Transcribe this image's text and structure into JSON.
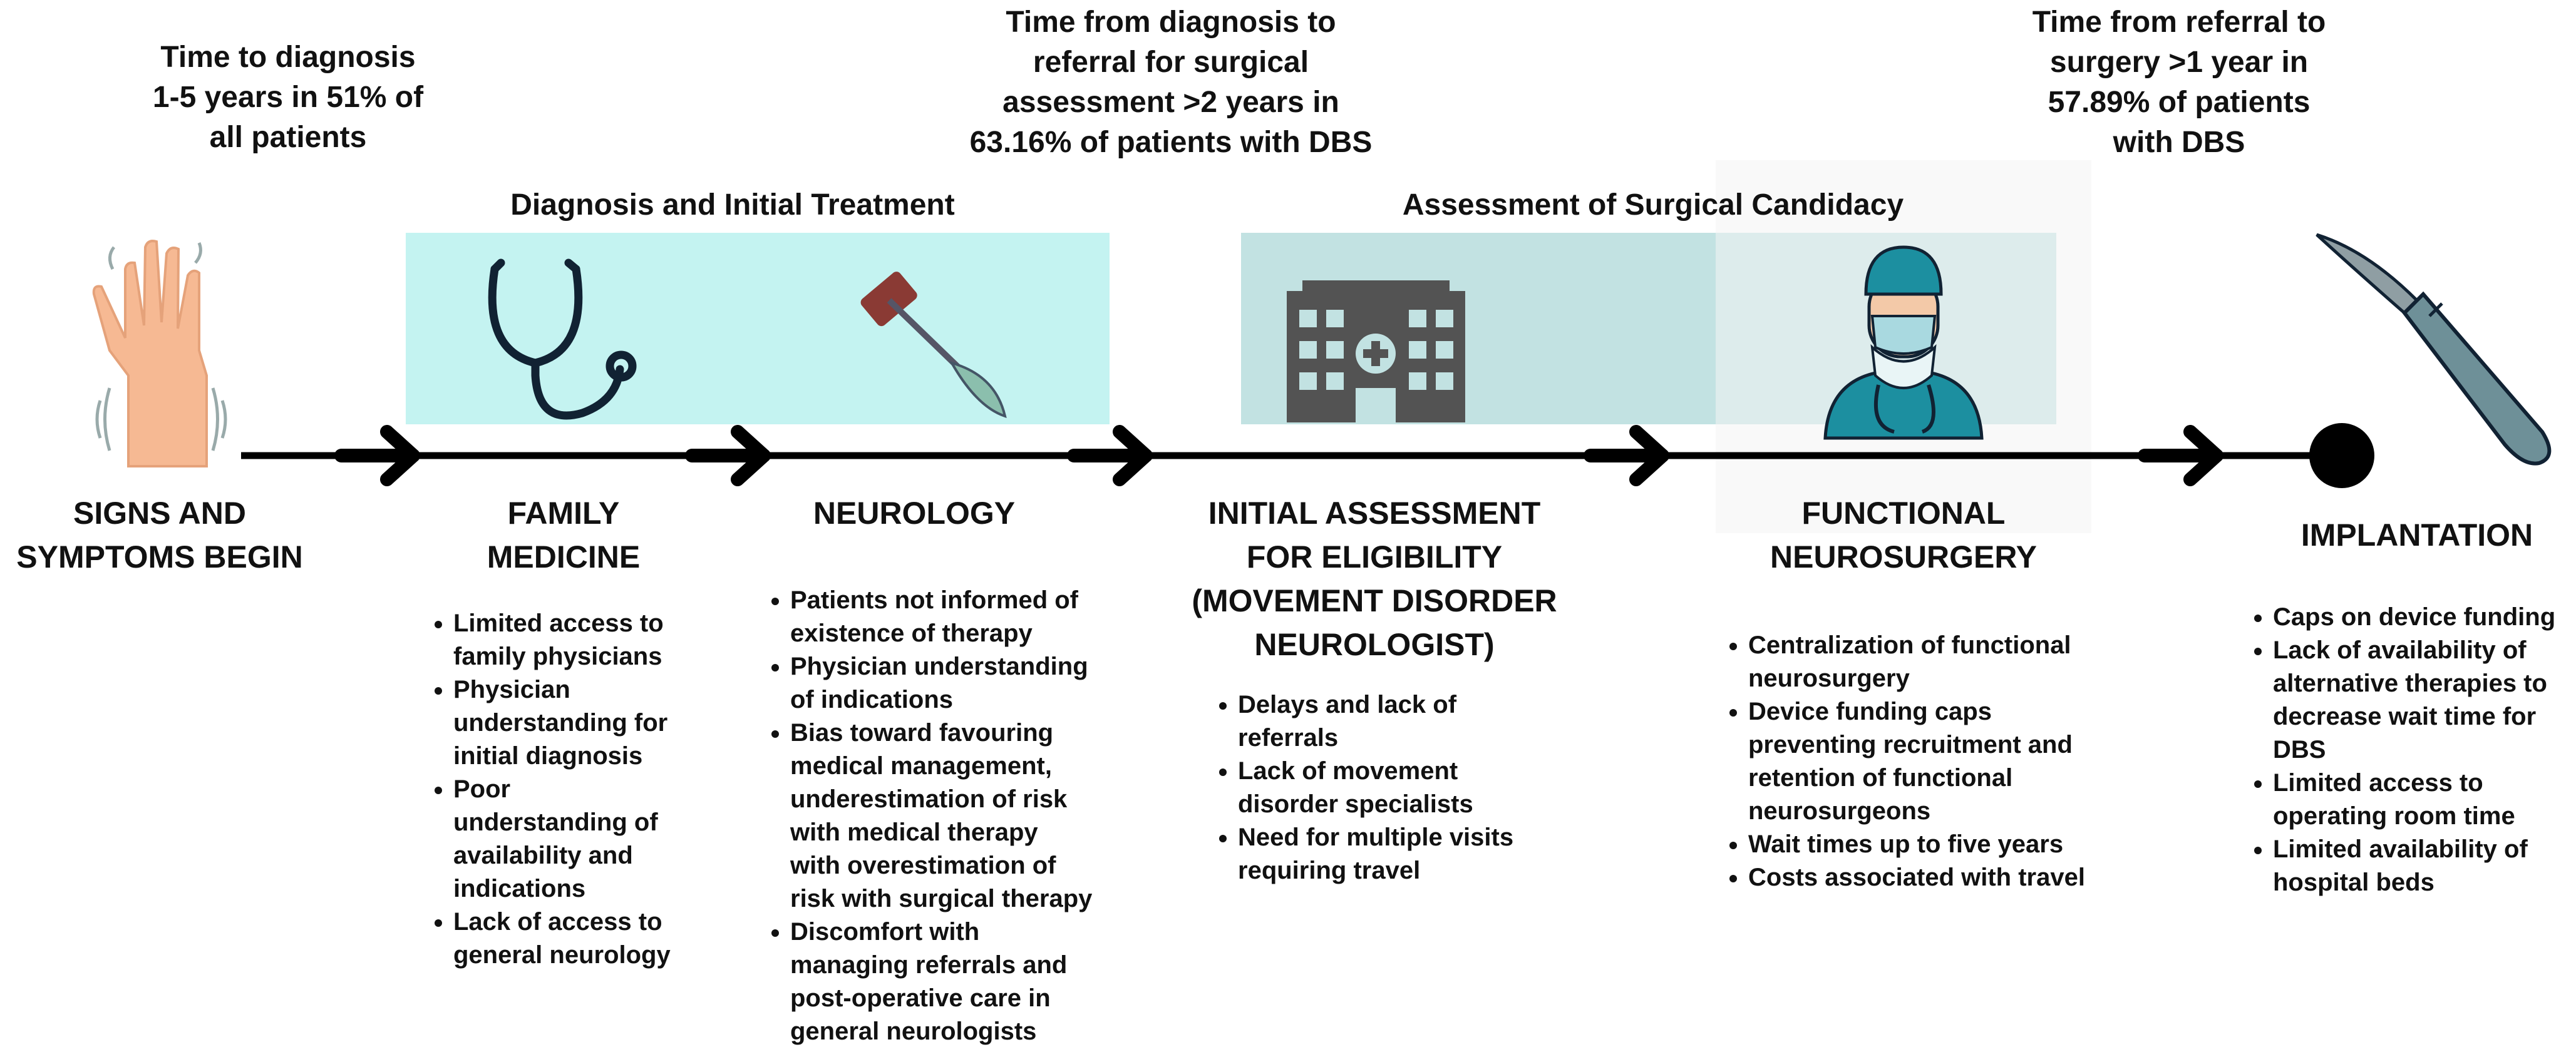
{
  "top_notes": {
    "diagnosis": [
      "Time to diagnosis",
      "1-5 years in 51% of",
      "all patients"
    ],
    "referral": [
      "Time from diagnosis to",
      "referral for surgical",
      "assessment >2 years in",
      "63.16% of patients with DBS"
    ],
    "surgery": [
      "Time from referral to",
      "surgery >1 year in",
      "57.89% of patients",
      "with DBS"
    ]
  },
  "bands": {
    "diagnosis": {
      "label": "Diagnosis and Initial Treatment",
      "color": "#c4f3f1"
    },
    "assessment": {
      "label": "Assessment of Surgical Candidacy",
      "color": "#c2e2e2"
    },
    "overlay_color": "#f4f4f4"
  },
  "stages": [
    {
      "id": "signs",
      "title": [
        "Signs and",
        "symptoms begin"
      ],
      "icon": "hand-tremor-icon",
      "bullets": []
    },
    {
      "id": "family",
      "title": [
        "Family",
        "medicine"
      ],
      "icon": "stethoscope-icon",
      "bullets": [
        [
          "Limited access to",
          "family physicians"
        ],
        [
          "Physician",
          "understanding for",
          "initial diagnosis"
        ],
        [
          "Poor",
          "understanding of",
          "availability and",
          "indications"
        ],
        [
          "Lack of access to",
          "general neurology"
        ]
      ]
    },
    {
      "id": "neurology",
      "title": [
        "Neurology"
      ],
      "icon": "reflex-hammer-icon",
      "bullets": [
        [
          "Patients not informed of",
          "existence of therapy"
        ],
        [
          "Physician understanding",
          "of indications"
        ],
        [
          "Bias toward favouring",
          "medical management,",
          "underestimation of risk",
          "with medical therapy",
          "with overestimation of",
          "risk with surgical therapy"
        ],
        [
          "Discomfort with",
          "managing referrals and",
          "post-operative care in",
          "general neurologists"
        ]
      ]
    },
    {
      "id": "initial",
      "title": [
        "Initial assessment",
        "for eligibility",
        "(movement disorder",
        "neurologist)"
      ],
      "icon": "hospital-icon",
      "bullets": [
        [
          "Delays and lack of",
          "referrals"
        ],
        [
          "Lack of movement",
          "disorder specialists"
        ],
        [
          "Need for multiple visits",
          "requiring travel"
        ]
      ]
    },
    {
      "id": "functional",
      "title": [
        "Functional",
        "neurosurgery"
      ],
      "icon": "surgeon-icon",
      "bullets": [
        [
          "Centralization of functional",
          "neurosurgery"
        ],
        [
          "Device funding caps",
          "preventing recruitment and",
          "retention of functional",
          "neurosurgeons"
        ],
        [
          "Wait times up to five years"
        ],
        [
          "Costs associated with travel"
        ]
      ]
    },
    {
      "id": "implant",
      "title": [
        "Implantation"
      ],
      "icon": "scalpel-icon",
      "bullets": [
        [
          "Caps on device funding"
        ],
        [
          "Lack of availability of",
          "alternative therapies to",
          "decrease wait time for",
          "DBS"
        ],
        [
          "Limited access to",
          "operating room time"
        ],
        [
          "Limited availability of",
          "hospital beds"
        ]
      ]
    }
  ]
}
